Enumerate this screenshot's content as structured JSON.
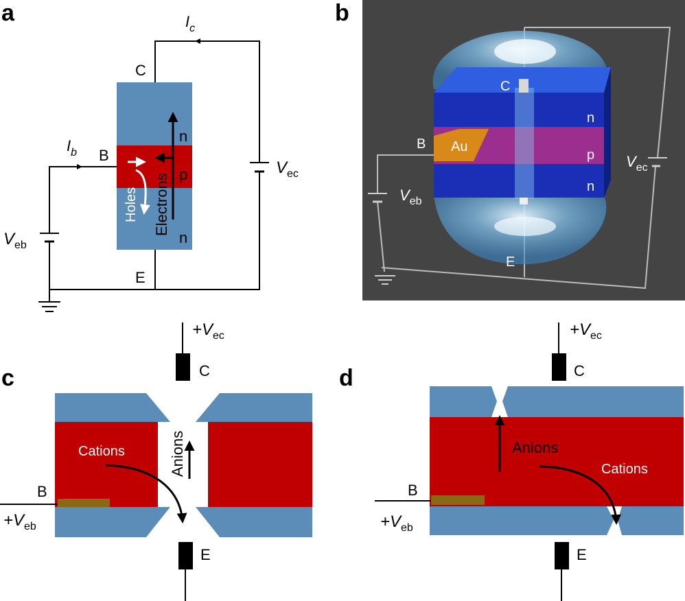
{
  "panels": {
    "a": {
      "letter": "a",
      "Ic": "I",
      "Ic_sub": "c",
      "Ib": "I",
      "Ib_sub": "b",
      "C": "C",
      "B": "B",
      "E": "E",
      "Vec": "V",
      "Vec_sub": "ec",
      "Veb": "V",
      "Veb_sub": "eb",
      "n_top": "n",
      "p": "p",
      "n_bottom": "n",
      "holes": "Holes",
      "electrons": "Electrons"
    },
    "b": {
      "letter": "b",
      "C": "C",
      "B": "B",
      "E": "E",
      "Au": "Au",
      "n_top": "n",
      "p": "p",
      "n_bottom": "n",
      "Vec": "V",
      "Vec_sub": "ec",
      "Veb": "V",
      "Veb_sub": "eb"
    },
    "c": {
      "letter": "c",
      "Vec": "+V",
      "Vec_sub": "ec",
      "C": "C",
      "anions": "Anions",
      "cations": "Cations",
      "B": "B",
      "Veb": "+V",
      "Veb_sub": "eb",
      "E": "E"
    },
    "d": {
      "letter": "d",
      "Vec": "+V",
      "Vec_sub": "ec",
      "C": "C",
      "anions": "Anions",
      "cations": "Cations",
      "B": "B",
      "Veb": "+V",
      "Veb_sub": "eb",
      "E": "E"
    }
  },
  "colors": {
    "n_blue": "#5b8db8",
    "p_red": "#c00000",
    "gold": "#8b6914",
    "dark_bg": "#444444"
  }
}
